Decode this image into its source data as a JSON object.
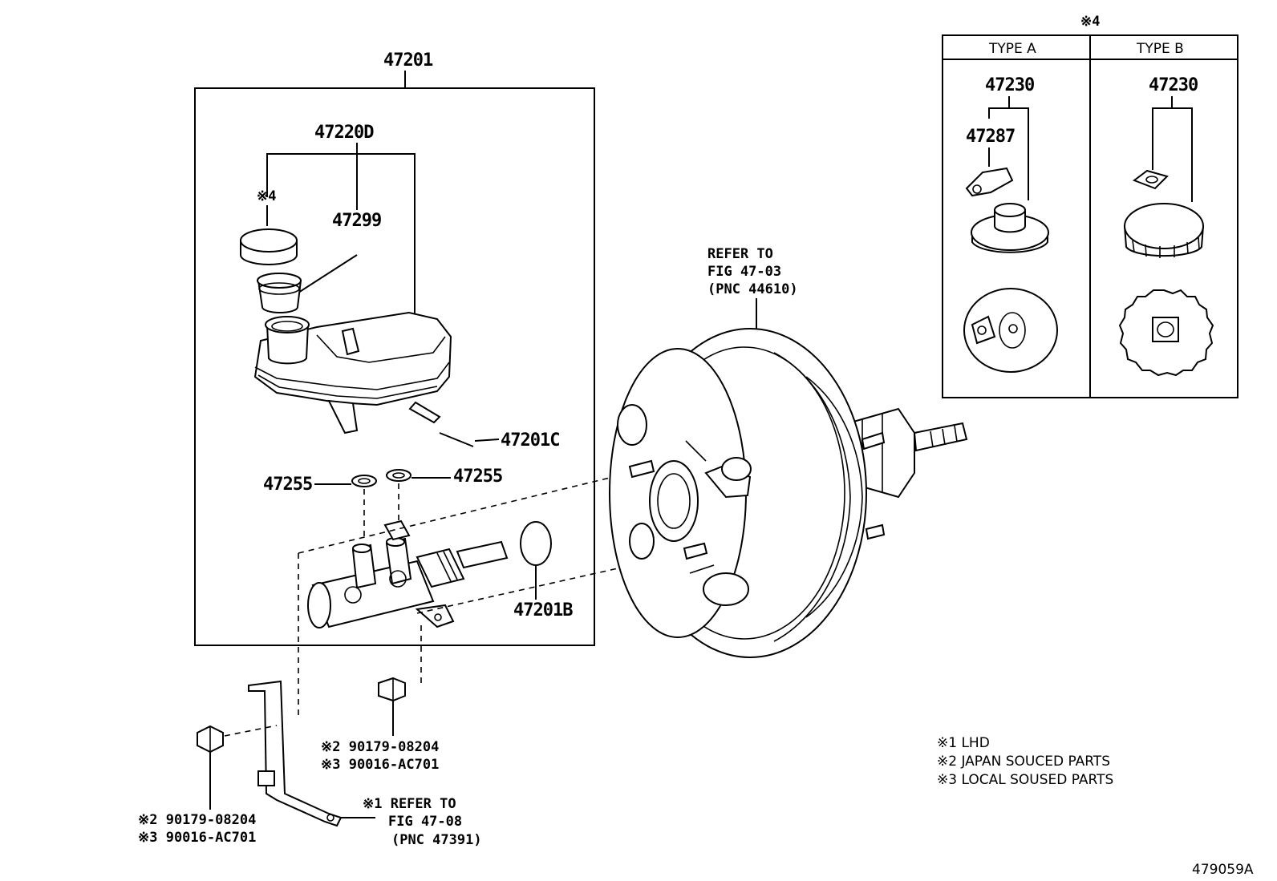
{
  "assembly": {
    "main_pn": "47201",
    "reservoir_pn": "47220D",
    "cap_note": "※4",
    "strainer_pn": "47299",
    "pin_pn": "47201C",
    "grommet_left_pn": "47255",
    "grommet_right_pn": "47255",
    "oring_pn": "47201B"
  },
  "booster": {
    "refer_line1": "REFER TO",
    "refer_line2": "FIG 47-03",
    "refer_line3": "(PNC 44610)"
  },
  "nuts": {
    "center_line1": "※2 90179-08204",
    "center_line2": "※3 90016-AC701",
    "left_line1": "※2 90179-08204",
    "left_line2": "※3 90016-AC701"
  },
  "bracket": {
    "refer_line1": "※1 REFER TO",
    "refer_line2": "FIG 47-08",
    "refer_line3": "(PNC 47391)"
  },
  "inset": {
    "title": "※4",
    "type_a": {
      "header": "TYPE A",
      "cap_pn": "47230",
      "gasket_pn": "47287"
    },
    "type_b": {
      "header": "TYPE B",
      "cap_pn": "47230"
    }
  },
  "legend": [
    "※1 LHD",
    "※2 JAPAN SOUCED PARTS",
    "※3 LOCAL SOUSED PARTS"
  ],
  "figure_id": "479059A"
}
